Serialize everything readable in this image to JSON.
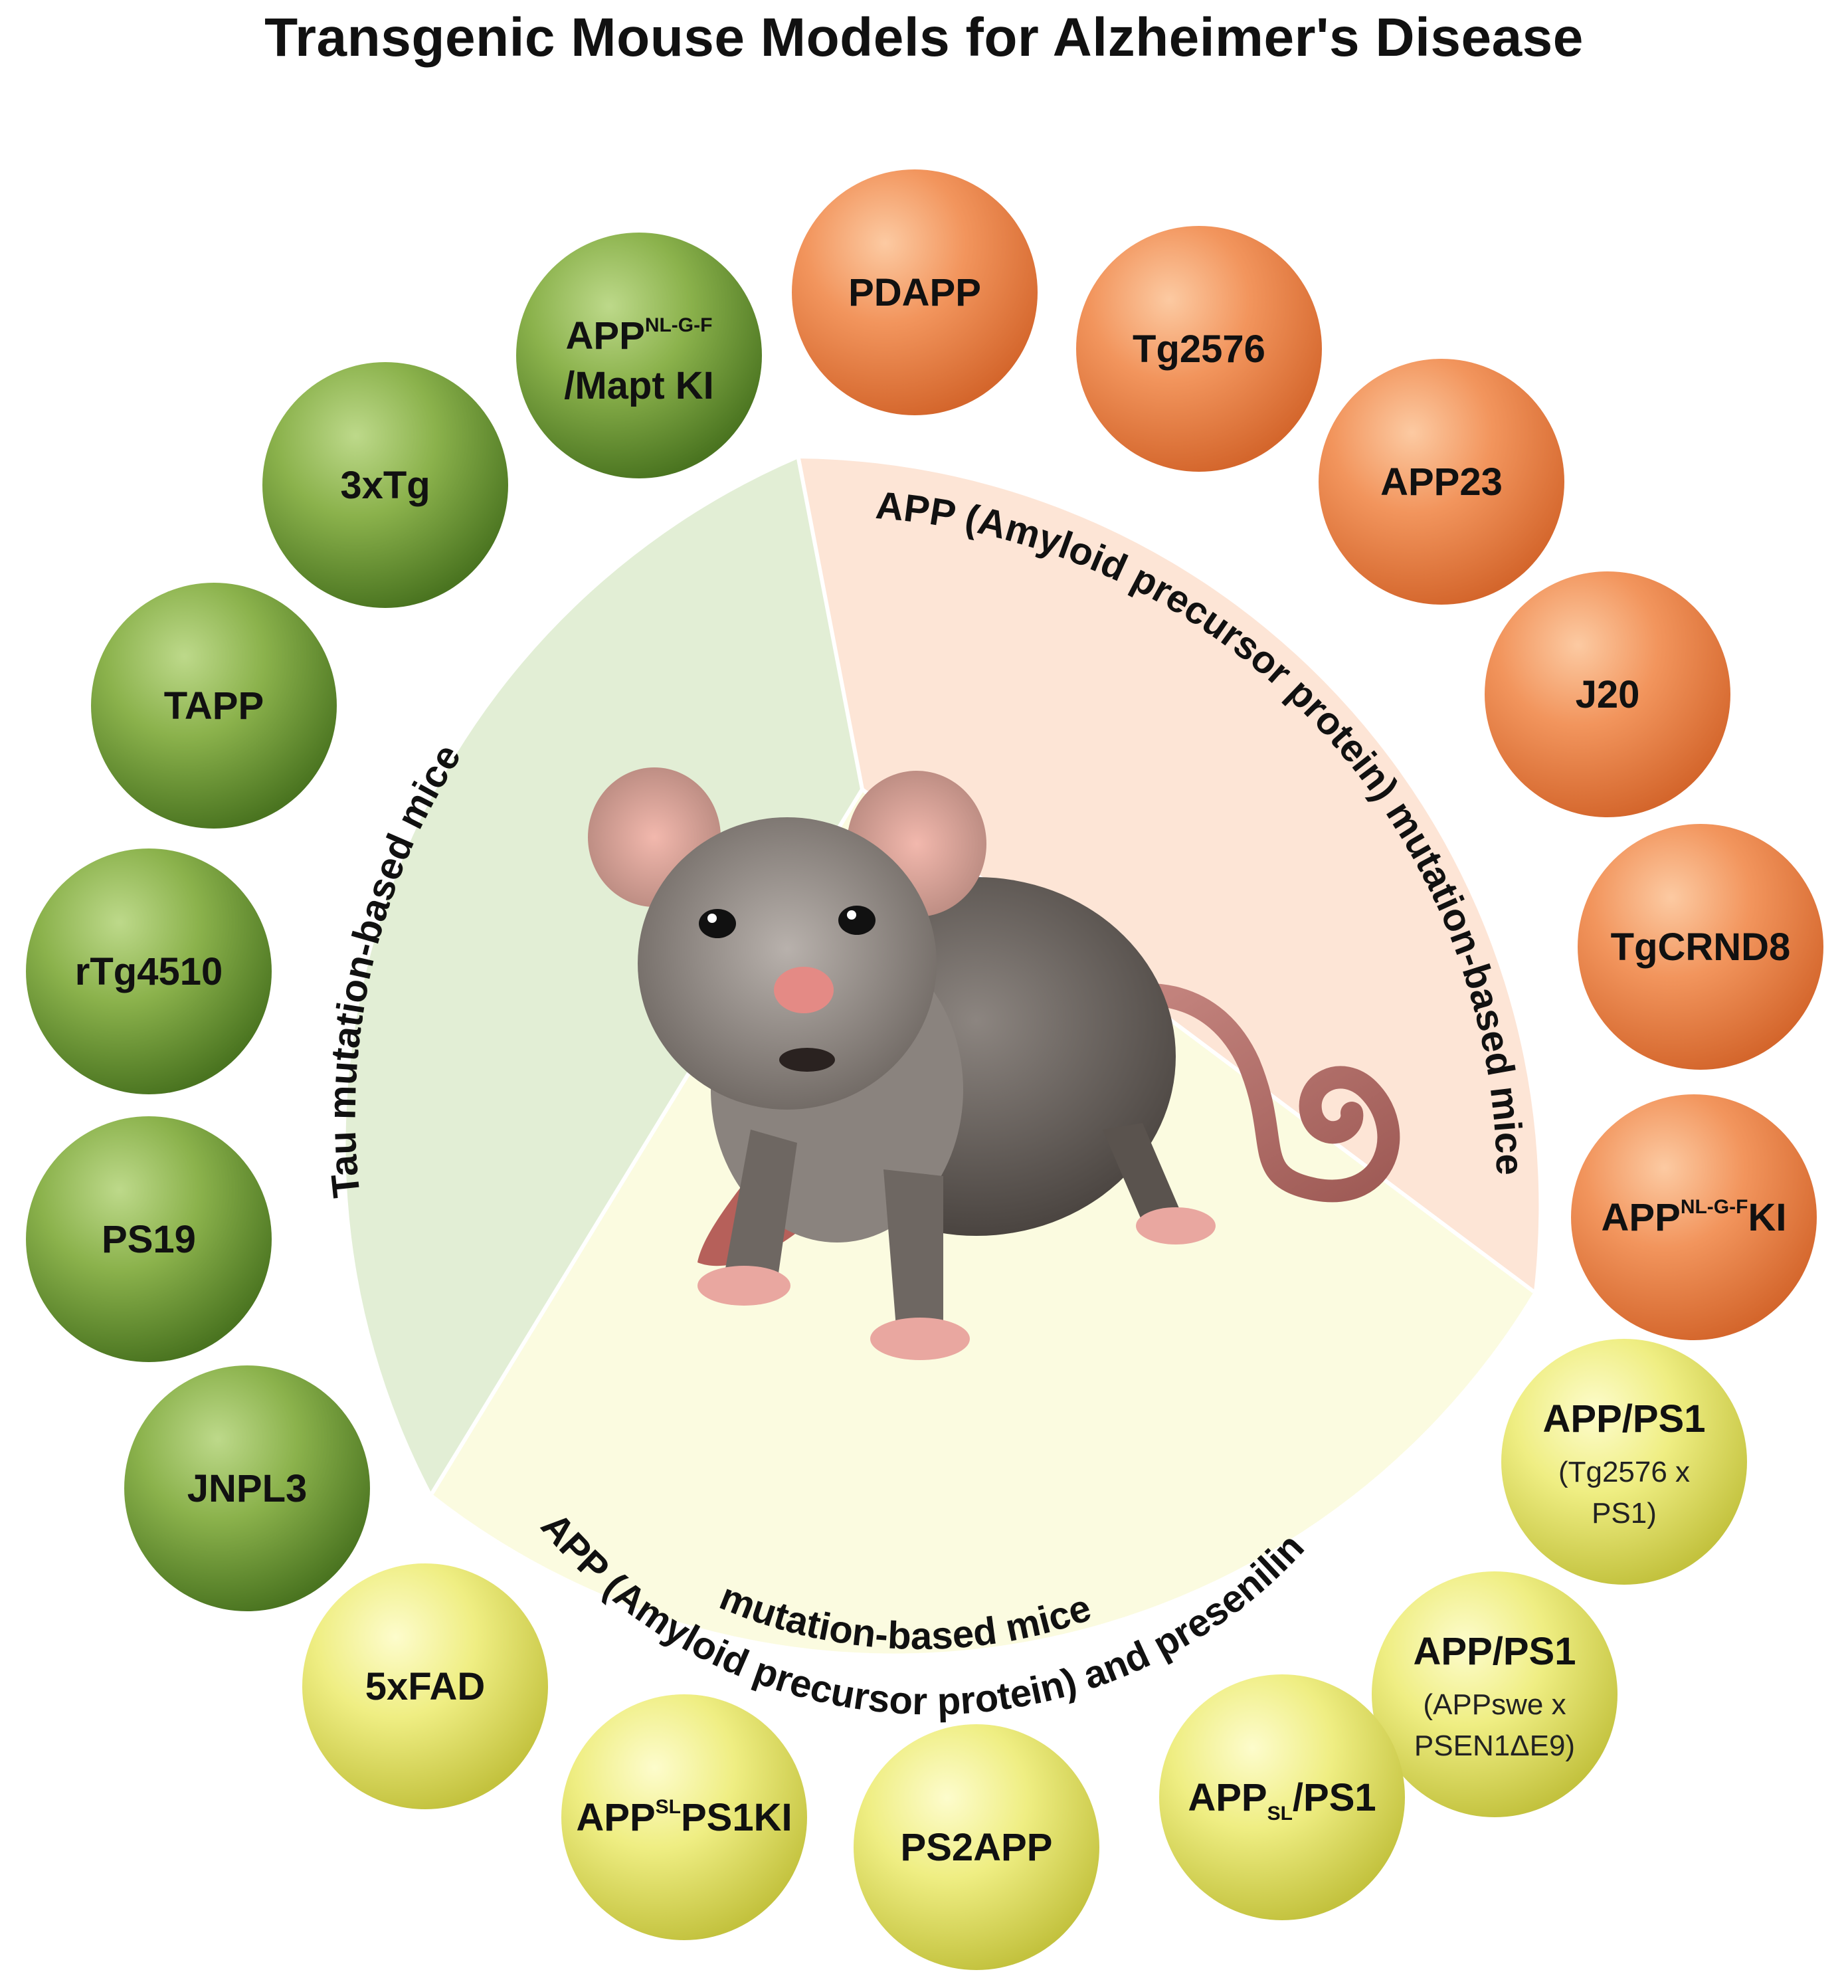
{
  "title": "Transgenic Mouse Models for Alzheimer's Disease",
  "colors": {
    "tau_sector": "#e2eed5",
    "app_sector": "#fde5d6",
    "app_ps_sector": "#fbfbe0",
    "green_ball_light": "#a7c865",
    "green_ball_dark": "#4f7a24",
    "orange_ball_light": "#f9b98a",
    "orange_ball_dark": "#de6e34",
    "yellow_ball_light": "#fbf9a6",
    "yellow_ball_dark": "#c9c84a"
  },
  "sectors": [
    {
      "id": "tau",
      "label": "Tau mutation-based mice"
    },
    {
      "id": "app",
      "label": "APP (Amyloid precursor protein) mutation-based mice"
    },
    {
      "id": "app_ps",
      "label_line1": "APP (Amyloid precursor protein) and presenilin",
      "label_line2": "mutation-based mice"
    }
  ],
  "center_image": "mouse",
  "models": {
    "tau": [
      {
        "name": "APP",
        "sup": "NL-G-F",
        "line2": "/Mapt KI"
      },
      {
        "name": "3xTg"
      },
      {
        "name": "TAPP"
      },
      {
        "name": "rTg4510"
      },
      {
        "name": "PS19"
      },
      {
        "name": "JNPL3"
      }
    ],
    "app": [
      {
        "name": "PDAPP"
      },
      {
        "name": "Tg2576"
      },
      {
        "name": "APP23"
      },
      {
        "name": "J20"
      },
      {
        "name": "TgCRND8"
      },
      {
        "name": "APP",
        "sup": "NL-G-F",
        "after": "KI"
      }
    ],
    "app_ps": [
      {
        "name": "APP/PS1",
        "sub1": "(Tg2576 x",
        "sub2": "PS1)"
      },
      {
        "name": "APP/PS1",
        "sub1": "(APPswe x",
        "sub2": "PSEN1ΔE9)"
      },
      {
        "name": "APP",
        "subscript": "SL",
        "after": "/PS1"
      },
      {
        "name": "PS2APP"
      },
      {
        "name": "APP",
        "sup": "SL",
        "after": "PS1KI"
      },
      {
        "name": "5xFAD"
      }
    ]
  }
}
